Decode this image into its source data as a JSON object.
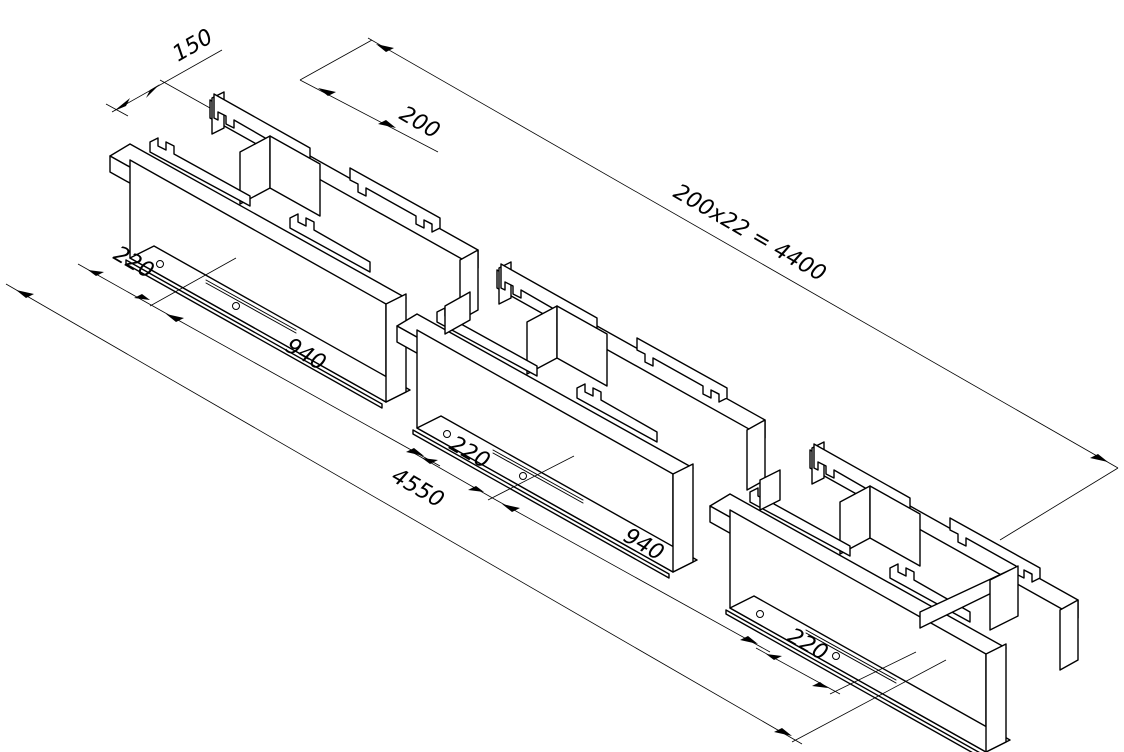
{
  "dimensions": {
    "width_150": "150",
    "spacing_200": "200",
    "total_pitch": "200x22 = 4400",
    "offset_220_a": "220",
    "span_940_a": "940",
    "offset_220_b": "220",
    "span_940_b": "940",
    "offset_220_c": "220",
    "overall_4550": "4550"
  },
  "colors": {
    "line": "#000000",
    "background": "#ffffff"
  }
}
